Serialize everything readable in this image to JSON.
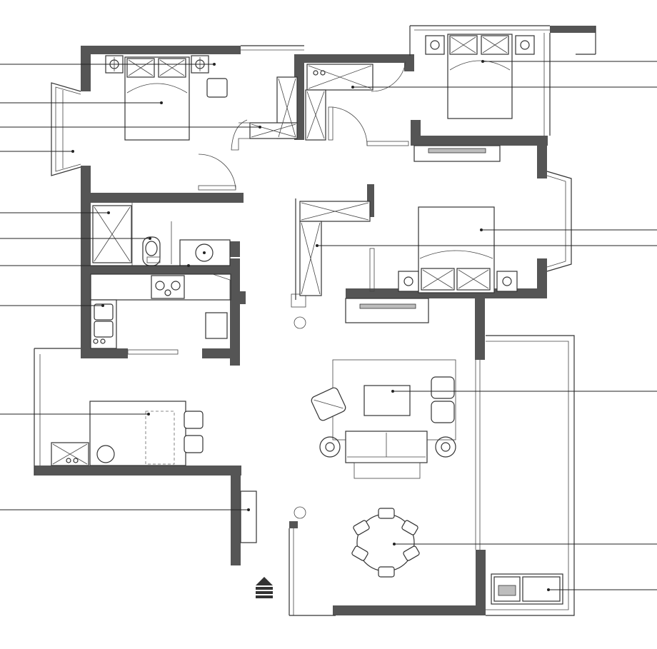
{
  "leaders": {
    "left": [
      "master-bedroom-nightstand",
      "master-bed",
      "master-wardrobe",
      "master-window",
      "bathroom-shower",
      "bathroom-toilet",
      "bathroom-vanity",
      "kitchen-sink",
      "dining-bar",
      "entry-cabinet"
    ],
    "right": [
      "second-bed",
      "second-wardrobe",
      "third-bed",
      "third-desk",
      "coffee-table",
      "dining-table",
      "balcony-utility"
    ]
  },
  "icons": [
    "north-arrow-icon",
    "lamp-icon",
    "bed-icon",
    "armchair-icon",
    "sofa-icon",
    "dining-table-icon",
    "stove-icon",
    "sink-icon",
    "toilet-icon",
    "washer-icon"
  ]
}
